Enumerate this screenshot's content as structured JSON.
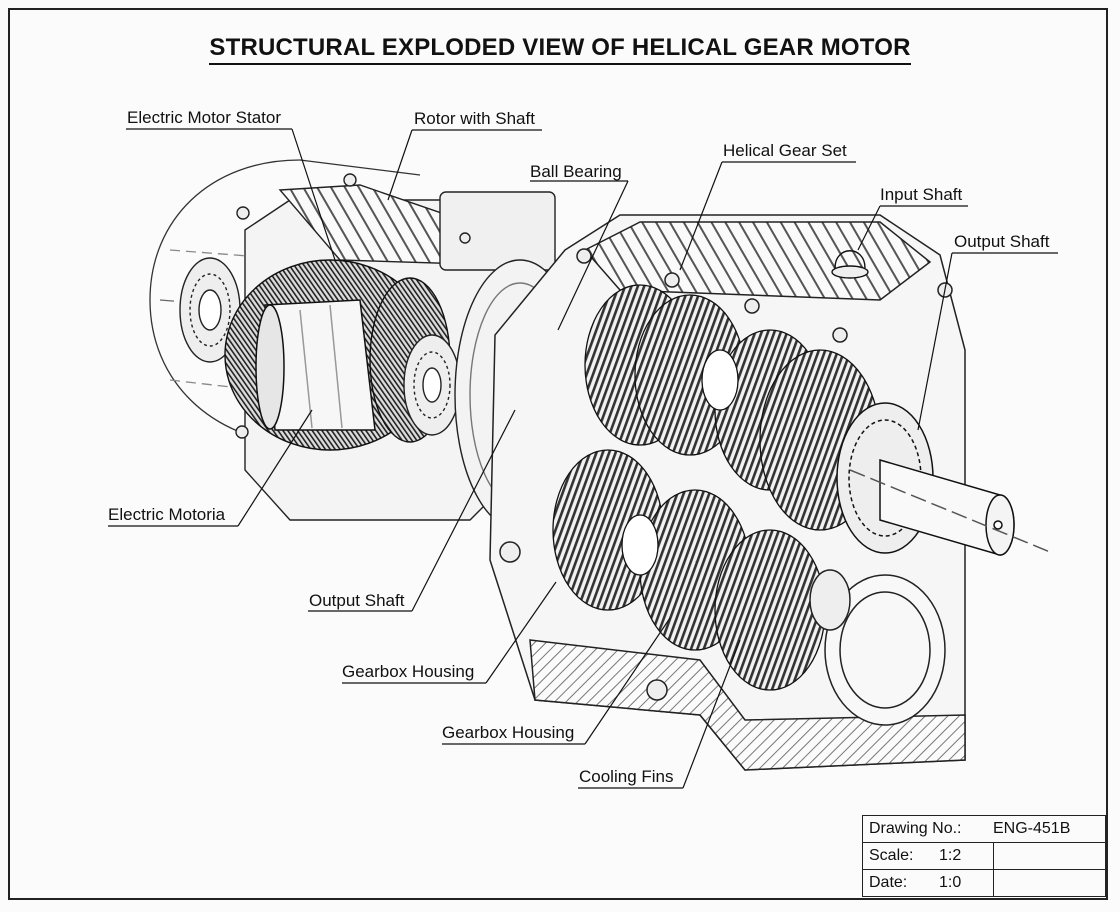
{
  "title": "STRUCTURAL EXPLODED VIEW OF HELICAL GEAR MOTOR",
  "callouts": {
    "stator": "Electric Motor Stator",
    "rotor": "Rotor with Shaft",
    "bearing": "Ball Bearing",
    "gearset": "Helical Gear Set",
    "input_shaft": "Input Shaft",
    "output_shaft_right": "Output Shaft",
    "motor": "Electric Motoria",
    "output_shaft_left": "Output Shaft",
    "housing_1": "Gearbox Housing",
    "housing_2": "Gearbox Housing",
    "fins": "Cooling Fins"
  },
  "title_block": {
    "drawing_no_label": "Drawing No.:",
    "drawing_no": "ENG-451B",
    "scale_label": "Scale:",
    "scale": "1:2",
    "date_label": "Date:",
    "date": "1:0"
  }
}
